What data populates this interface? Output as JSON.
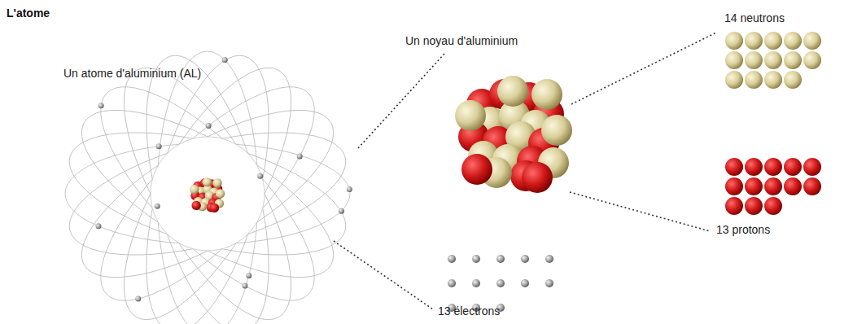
{
  "diagram": {
    "title": "L'atome",
    "labels": [
      "Un atome d'aluminium (AL)",
      "Un noyau d'aluminium",
      "14 neutrons",
      "13 protons",
      "13 électrons"
    ]
  }
}
